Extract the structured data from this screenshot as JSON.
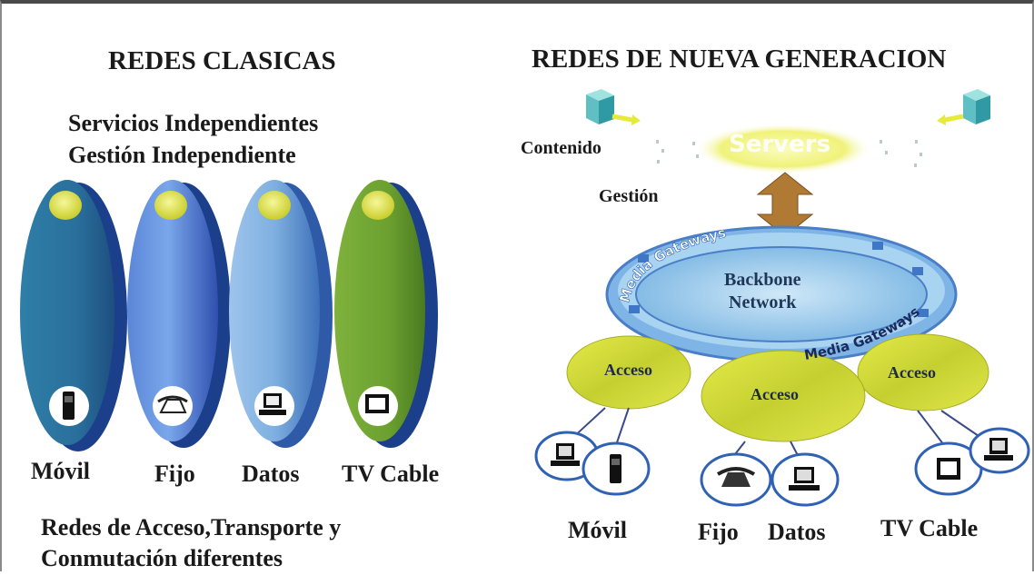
{
  "left": {
    "title": "REDES CLASICAS",
    "subtitle_1": "Servicios Independientes",
    "subtitle_2": "Gestión Independiente",
    "columns": [
      {
        "label": "Móvil",
        "color": "#2a6f9c",
        "icon": "mobile-phone-icon"
      },
      {
        "label": "Fijo",
        "color": "#3b5ec0",
        "icon": "telephone-icon"
      },
      {
        "label": "Datos",
        "color": "#6fa0d6",
        "icon": "computer-icon"
      },
      {
        "label": "TV Cable",
        "color": "#6ba030",
        "icon": "tv-icon"
      }
    ],
    "footer_1": "Redes de Acceso,Transporte y",
    "footer_2": "Conmutación diferentes"
  },
  "right": {
    "title": "REDES DE NUEVA GENERACION",
    "contenido": "Contenido",
    "gestion": "Gestión",
    "servers": "Servers",
    "backbone_1": "Backbone",
    "backbone_2": "Network",
    "media_gateways_top": "Media Gateways",
    "media_gateways_right": "Media Gateways",
    "access": [
      "Acceso",
      "Acceso",
      "Acceso"
    ],
    "labels": [
      "Móvil",
      "Fijo",
      "Datos",
      "TV Cable"
    ]
  },
  "colors": {
    "backbone": "#9fd0ef",
    "access": "#d3dd3a",
    "server_glow": "#f3f48a",
    "arrow": "#b07a34",
    "ring_outline": "#4a7fc7"
  }
}
